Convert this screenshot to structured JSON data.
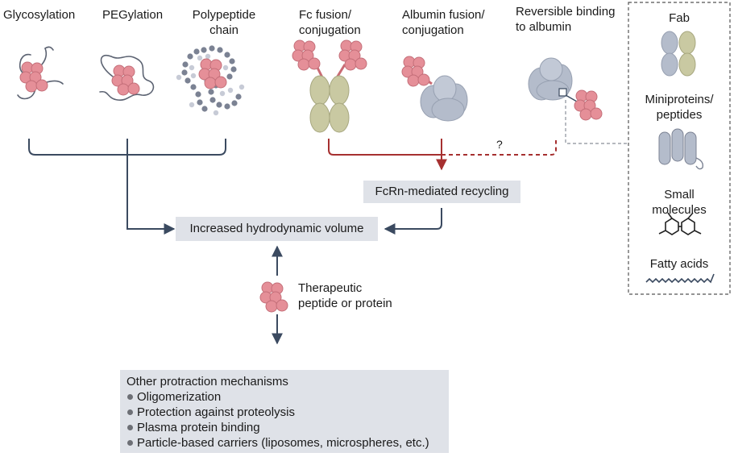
{
  "strategies": {
    "glycosylation": "Glycosylation",
    "pegylation": "PEGylation",
    "polypeptide_chain": "Polypeptide\nchain",
    "fc_fusion": "Fc fusion/\nconjugation",
    "albumin_fusion": "Albumin fusion/\nconjugation",
    "reversible_binding": "Reversible binding\nto albumin"
  },
  "binders": {
    "fab": "Fab",
    "miniproteins": "Miniproteins/\npeptides",
    "small_molecules": "Small\nmolecules",
    "fatty_acids": "Fatty acids"
  },
  "unknown_link": "?",
  "mechanisms": {
    "fcrn_recycling": "FcRn-mediated recycling",
    "hydrodynamic_volume": "Increased hydrodynamic volume",
    "therapeutic": "Therapeutic\npeptide or protein"
  },
  "other_mechanisms": {
    "title": "Other protraction mechanisms",
    "items": [
      "Oligomerization",
      "Protection against proteolysis",
      "Plasma protein binding",
      "Particle-based carriers (liposomes, microspheres, etc.)"
    ]
  },
  "colors": {
    "protein_pink": "#e58f98",
    "connector_navy": "#3b4a60",
    "fcrn_red": "#a63030",
    "fc_olive": "#c9c9a2",
    "albumin_grey": "#b4bccb",
    "box_grey": "#dfe2e8"
  }
}
